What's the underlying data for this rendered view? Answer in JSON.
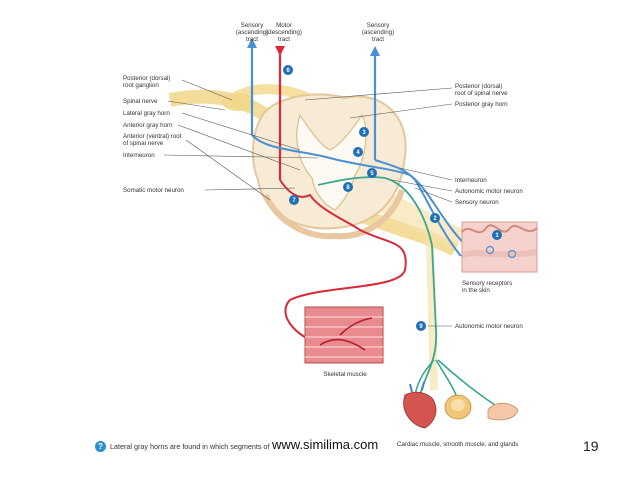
{
  "labels": {
    "sensory_left": "Sensory\n(ascending)\ntract",
    "motor": "Motor\n(descending)\ntract",
    "sensory_right": "Sensory\n(ascending)\ntract",
    "posterior_ganglion": "Posterior (dorsal)\nroot ganglion",
    "spinal_nerve": "Spinal nerve",
    "lateral_horn": "Lateral gray horn",
    "anterior_horn": "Anterior gray horn",
    "anterior_root": "Anterior (ventral) root\nof spinal nerve",
    "interneuron_left": "Interneuron",
    "somatic_motor": "Somatic motor neuron",
    "posterior_root": "Posterior (dorsal)\nroot of spinal nerve",
    "posterior_horn": "Posterior gray horn",
    "interneuron_right": "Interneuron",
    "autonomic_motor_right": "Autonomic motor neuron",
    "sensory_neuron": "Sensory neuron",
    "sensory_receptors": "Sensory receptors\nin the skin",
    "autonomic_motor_lower": "Autonomic motor neuron",
    "skeletal_muscle": "Skeletal muscle",
    "cardiac": "Cardiac muscle, smooth muscle, and glands"
  },
  "markers": [
    "1",
    "2",
    "3",
    "4",
    "5",
    "6",
    "7",
    "8",
    "9"
  ],
  "footer": {
    "question_icon": "?",
    "question": "Lateral gray horns are found in which segments of the spinal cord?",
    "watermark": "www.similima.com",
    "page_number": "19"
  },
  "colors": {
    "sensory": "#4a90d6",
    "motor": "#d8283a",
    "autonomic": "#3aa88e",
    "nerve": "#f2d78a",
    "marker": "#1f6fb5"
  }
}
